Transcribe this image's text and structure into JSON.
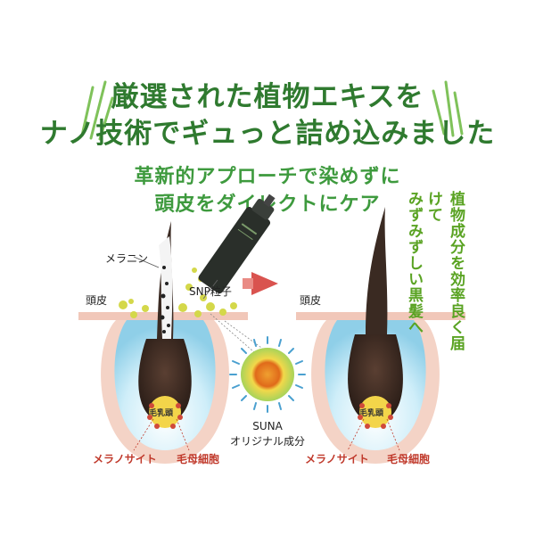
{
  "headline": {
    "line1": "厳選された植物エキスを",
    "line2": "ナノ技術でギュっと詰め込みました"
  },
  "subheadline": {
    "line1": "革新的アプローチで染めずに",
    "line2": "頭皮をダイレクトにケア"
  },
  "left_diagram": {
    "melanin": "メラニン",
    "scalp": "頭皮",
    "snp": "SNP粒子",
    "papilla": "毛乳頭",
    "melanocyte": "メラノサイト",
    "matrix": "毛母細胞",
    "suna_line1": "SUNA",
    "suna_line2": "オリジナル成分"
  },
  "right_diagram": {
    "scalp": "頭皮",
    "papilla": "毛乳頭",
    "melanocyte": "メラノサイト",
    "matrix": "毛母細胞",
    "caption_col1": "植物成分を効率良く届けて",
    "caption_col2": "みずみずしい黒髪へ"
  },
  "colors": {
    "headline": "#2f7a2f",
    "subheadline": "#3e9a3e",
    "caption": "#5aa323",
    "label_red": "#c0392b",
    "arrow": "#d9534f",
    "scalp": "#f1c7b9",
    "follicle": "#bfe6f7",
    "hair": "#3a2a22",
    "particle": "#d4d84a"
  }
}
